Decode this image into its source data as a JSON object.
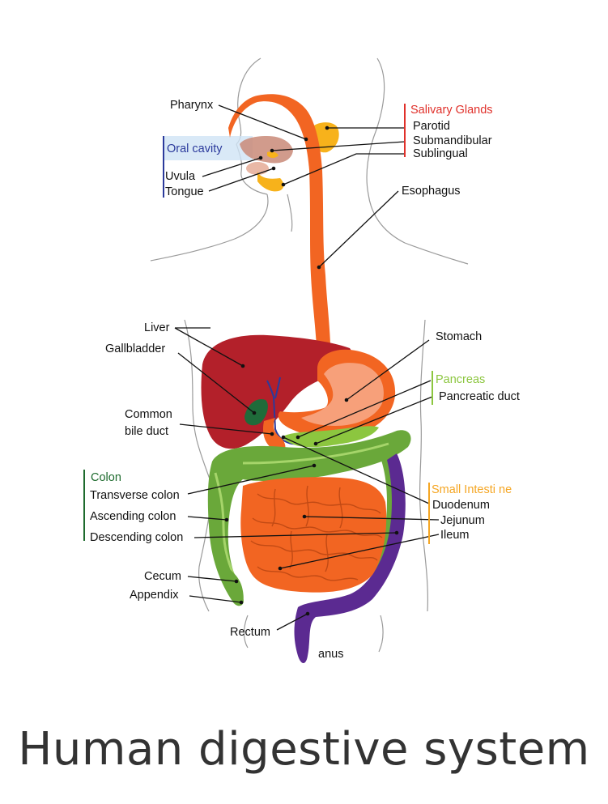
{
  "title": "Human digestive system",
  "labels": {
    "pharynx": "Pharynx",
    "oral_cavity": "Oral cavity",
    "uvula": "Uvula",
    "tongue": "Tongue",
    "salivary_glands": "Salivary Glands",
    "parotid": "Parotid",
    "submandibular": "Submandibular",
    "sublingual": "Sublingual",
    "esophagus": "Esophagus",
    "liver": "Liver",
    "gallbladder": "Gallbladder",
    "common_bile_duct_line1": "Common",
    "common_bile_duct_line2": "bile duct",
    "stomach": "Stomach",
    "pancreas": "Pancreas",
    "pancreatic_duct": "Pancreatic duct",
    "colon": "Colon",
    "transverse_colon": "Transverse colon",
    "ascending_colon": "Ascending colon",
    "descending_colon": "Descending colon",
    "small_intestine": "Small Intesti ne",
    "duodenum": "Duodenum",
    "jejunum": "Jejunum",
    "ileum": "Ileum",
    "cecum": "Cecum",
    "appendix": "Appendix",
    "rectum": "Rectum",
    "anus": "anus"
  },
  "colors": {
    "salivary_glands": "#e0302a",
    "oral_cavity": "#2b3a9c",
    "pancreas": "#8cc63f",
    "colon": "#1e6b2e",
    "small_intestine": "#f5a623",
    "esophagus": "#f26522",
    "liver": "#b3202a",
    "colon_fill": "#6aa83a",
    "rectum_fill": "#5b2a91",
    "intestine_fill": "#f26522",
    "stomach_fill": "#f7a07a"
  }
}
